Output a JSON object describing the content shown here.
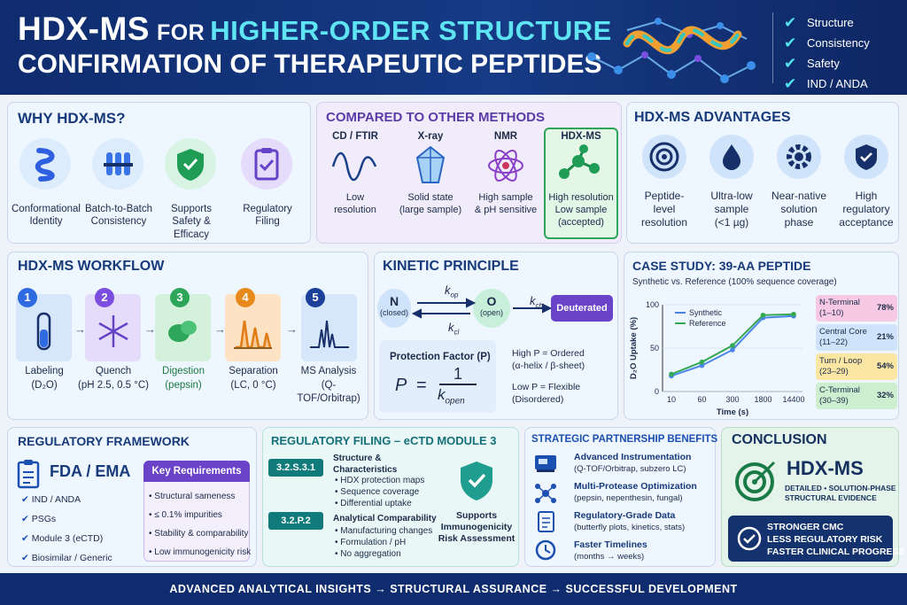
{
  "header": {
    "title_big": "HDX-MS",
    "title_for": "FOR",
    "title_rest": "HIGHER-ORDER STRUCTURE",
    "title_line2": "CONFIRMATION OF THERAPEUTIC PEPTIDES",
    "checks": [
      "Structure",
      "Consistency",
      "Safety",
      "IND / ANDA"
    ]
  },
  "why": {
    "title": "WHY HDX-MS?",
    "items": [
      {
        "label": "Conformational Identity"
      },
      {
        "label": "Batch-to-Batch Consistency"
      },
      {
        "label": "Supports Safety & Efficacy"
      },
      {
        "label": "Regulatory Filing"
      }
    ]
  },
  "compare": {
    "title": "COMPARED TO OTHER METHODS",
    "cols": [
      {
        "name": "CD / FTIR",
        "desc1": "Low",
        "desc2": "resolution",
        "desc3": ""
      },
      {
        "name": "X-ray",
        "desc1": "Solid state",
        "desc2": "(large sample)",
        "desc3": ""
      },
      {
        "name": "NMR",
        "desc1": "High sample",
        "desc2": "& pH sensitive",
        "desc3": ""
      },
      {
        "name": "HDX-MS",
        "desc1": "High resolution",
        "desc2": "Low sample",
        "desc3": "(accepted)"
      }
    ]
  },
  "adv": {
    "title": "HDX-MS ADVANTAGES",
    "items": [
      {
        "l1": "Peptide-",
        "l2": "level",
        "l3": "resolution"
      },
      {
        "l1": "Ultra-low",
        "l2": "sample",
        "l3": "(<1 µg)"
      },
      {
        "l1": "Near-native",
        "l2": "solution",
        "l3": "phase"
      },
      {
        "l1": "High",
        "l2": "regulatory",
        "l3": "acceptance"
      }
    ]
  },
  "workflow": {
    "title": "HDX-MS WORKFLOW",
    "steps": [
      {
        "num": "1",
        "name": "Labeling",
        "detail": "(D₂O)"
      },
      {
        "num": "2",
        "name": "Quench",
        "detail": "(pH 2.5, 0.5 °C)"
      },
      {
        "num": "3",
        "name": "Digestion",
        "detail": "(pepsin)"
      },
      {
        "num": "4",
        "name": "Separation",
        "detail": "(LC, 0 °C)"
      },
      {
        "num": "5",
        "name": "MS Analysis",
        "detail": "(Q-TOF/Orbitrap)"
      }
    ]
  },
  "kinetic": {
    "title": "KINETIC PRINCIPLE",
    "n": "N",
    "n_sub": "(closed)",
    "o": "O",
    "o_sub": "(open)",
    "kop": "k",
    "kop_sub": "op",
    "kcl": "k",
    "kcl_sub": "cl",
    "kch": "k",
    "kch_sub": "ch",
    "deut": "Deuterated",
    "pf_title": "Protection Factor (P)",
    "p": "P",
    "eq": "=",
    "num": "1",
    "den": "k",
    "den_sub": "open",
    "hi1": "High P = Ordered",
    "hi2": "(α-helix / β-sheet)",
    "lo1": "Low P = Flexible",
    "lo2": "(Disordered)"
  },
  "case": {
    "title": "CASE STUDY: 39-AA PEPTIDE",
    "subtitle": "Synthetic vs. Reference (100% sequence coverage)",
    "rows": [
      {
        "name": "N-Terminal",
        "range": "(1–10)",
        "value": "78%",
        "color": "#f7c9e4"
      },
      {
        "name": "Central Core",
        "range": "(11–22)",
        "value": "21%",
        "color": "#cfe4fb"
      },
      {
        "name": "Turn / Loop",
        "range": "(23–29)",
        "value": "54%",
        "color": "#fbe6a4"
      },
      {
        "name": "C-Terminal",
        "range": "(30–39)",
        "value": "32%",
        "color": "#cdeecf"
      }
    ]
  },
  "chart_data": {
    "type": "line",
    "x": [
      "10",
      "60",
      "300",
      "1800",
      "14400"
    ],
    "xlabel": "Time (s)",
    "ylabel": "D₂O Uptake (%)",
    "ylim": [
      0,
      100
    ],
    "yticks": [
      "0",
      "50",
      "100"
    ],
    "series": [
      {
        "name": "Synthetic",
        "values": [
          18,
          30,
          48,
          85,
          87
        ],
        "color": "#4a86e8"
      },
      {
        "name": "Reference",
        "values": [
          20,
          34,
          53,
          88,
          89
        ],
        "color": "#34a853"
      }
    ]
  },
  "reg": {
    "title": "REGULATORY FRAMEWORK",
    "agency": "FDA / EMA",
    "list": [
      "IND / ANDA",
      "PSGs",
      "Module 3 (eCTD)",
      "Biosimilar / Generic"
    ],
    "kr_title": "Key Requirements",
    "kr": [
      "Structural sameness",
      "≤ 0.1% impurities",
      "Stability & comparability",
      "Low immunogenicity risk"
    ]
  },
  "filing": {
    "title": "REGULATORY FILING – eCTD MODULE 3",
    "s1_tag": "3.2.S.3.1",
    "s1_h1": "Structure &",
    "s1_h2": "Characteristics",
    "s1_items": [
      "HDX protection maps",
      "Sequence coverage",
      "Differential uptake"
    ],
    "s2_tag": "3.2.P.2",
    "s2_h": "Analytical Comparability",
    "s2_items": [
      "Manufacturing changes",
      "Formulation / pH",
      "No aggregation"
    ],
    "support1": "Supports",
    "support2": "Immunogenicity",
    "support3": "Risk Assessment"
  },
  "partner": {
    "title": "STRATEGIC PARTNERSHIP BENEFITS",
    "items": [
      {
        "h": "Advanced Instrumentation",
        "d": "(Q-TOF/Orbitrap, subzero LC)"
      },
      {
        "h": "Multi-Protease Optimization",
        "d": "(pepsin, nepenthesin, fungal)"
      },
      {
        "h": "Regulatory-Grade Data",
        "d": "(butterfly plots, kinetics, stats)"
      },
      {
        "h": "Faster Timelines",
        "d": "(months → weeks)"
      }
    ]
  },
  "conclusion": {
    "title": "CONCLUSION",
    "big": "HDX-MS",
    "sub1": "DETAILED • SOLUTION-PHASE",
    "sub2": "STRUCTURAL EVIDENCE",
    "b1": "STRONGER CMC",
    "b2": "LESS REGULATORY RISK",
    "b3": "FASTER CLINICAL PROGRESS"
  },
  "footer": {
    "text": "ADVANCED ANALYTICAL INSIGHTS  →  STRUCTURAL ASSURANCE  →  SUCCESSFUL DEVELOPMENT"
  }
}
